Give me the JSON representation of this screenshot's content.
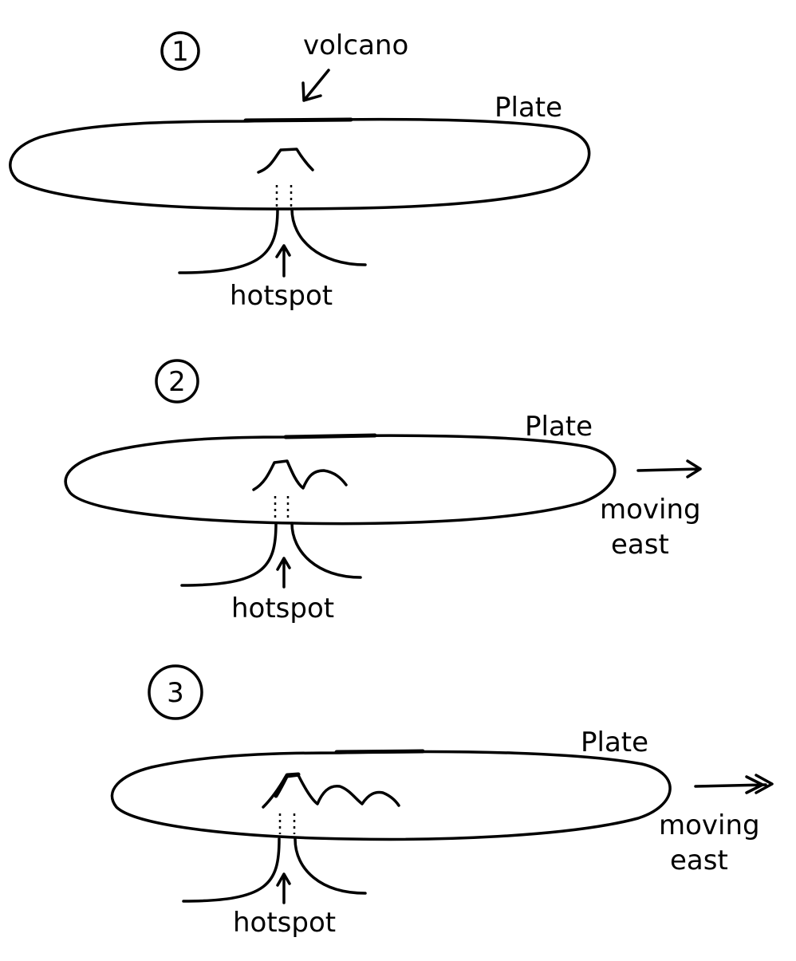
{
  "panels": [
    {
      "number": "1",
      "plate_label": "Plate",
      "volcano_label": "volcano",
      "hotspot_label": "hotspot",
      "motion_label_line1": "",
      "motion_label_line2": ""
    },
    {
      "number": "2",
      "plate_label": "Plate",
      "hotspot_label": "hotspot",
      "motion_label_line1": "moving",
      "motion_label_line2": "east"
    },
    {
      "number": "3",
      "plate_label": "Plate",
      "hotspot_label": "hotspot",
      "motion_label_line1": "moving",
      "motion_label_line2": "east"
    }
  ],
  "colors": {
    "ink": "#000000",
    "background": "#ffffff"
  }
}
